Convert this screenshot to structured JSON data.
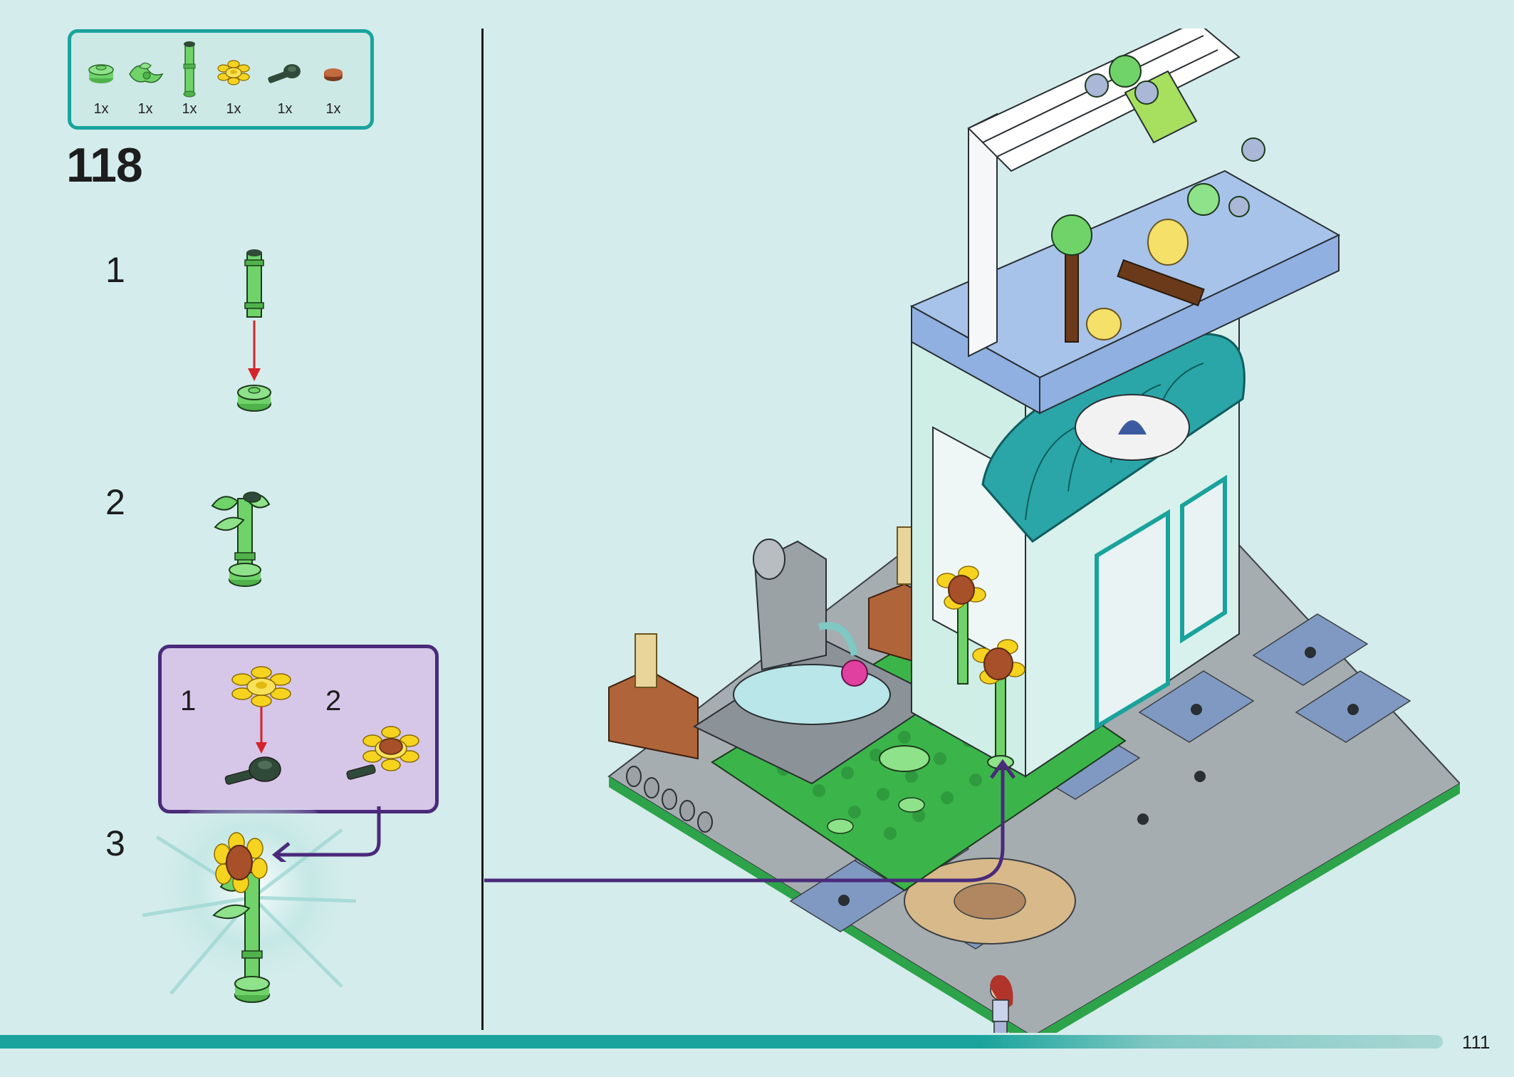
{
  "parts_list": [
    {
      "name": "round-plate-1x1-green",
      "qty": "1x",
      "color": "#6fd36a"
    },
    {
      "name": "leaf-element-green",
      "qty": "1x",
      "color": "#6fd36a"
    },
    {
      "name": "bar-with-stud-green",
      "qty": "1x",
      "color": "#6fd36a"
    },
    {
      "name": "flower-yellow",
      "qty": "1x",
      "color": "#f6d31f"
    },
    {
      "name": "clip-bar-dark-green",
      "qty": "1x",
      "color": "#2f4a38"
    },
    {
      "name": "round-tile-brown",
      "qty": "1x",
      "color": "#a8502a"
    }
  ],
  "step": {
    "number": "118"
  },
  "substeps": [
    {
      "label": "1"
    },
    {
      "label": "2"
    },
    {
      "label": "3"
    }
  ],
  "callout": {
    "steps": [
      {
        "label": "1"
      },
      {
        "label": "2"
      }
    ]
  },
  "page": {
    "number": "111"
  },
  "colors": {
    "background": "#d4ecec",
    "accent_teal": "#1aa39c",
    "callout_border": "#4a2a7a",
    "callout_fill": "#d6c6e8",
    "arrow_red": "#d6232a",
    "arrow_purple": "#4a2a7a"
  }
}
